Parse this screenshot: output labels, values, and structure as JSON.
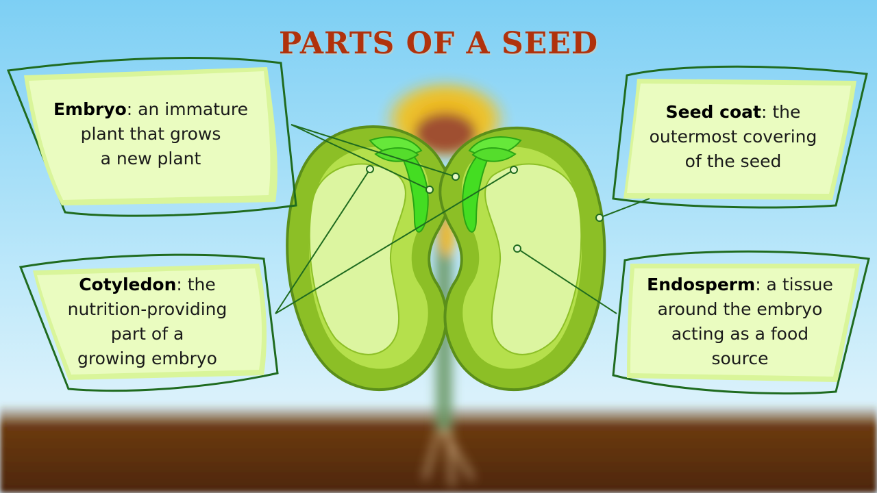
{
  "title": "PARTS OF A SEED",
  "labels": {
    "embryo": {
      "term": "Embryo",
      "desc_1": ": an immature",
      "desc_2": "plant that grows",
      "desc_3": "a new plant"
    },
    "seed_coat": {
      "term": "Seed coat",
      "desc_1": ": the",
      "desc_2": "outermost covering",
      "desc_3": "of the seed"
    },
    "cotyledon": {
      "term": "Cotyledon",
      "desc_1": ": the",
      "desc_2": "nutrition-providing",
      "desc_3": "part of a",
      "desc_4": "growing embryo"
    },
    "endosperm": {
      "term": "Endosperm",
      "desc_1": ": a tissue",
      "desc_2": "around the embryo",
      "desc_3": "acting as a food",
      "desc_4": "source"
    }
  },
  "colors": {
    "title": "#b0320c",
    "callout_fill": "#e6fbb0",
    "callout_border": "#1f6b1f",
    "seed_outer": "#8cbf26",
    "seed_inner": "#dcf5a0",
    "embryo": "#44dd22",
    "sky_top": "#7fd0f5",
    "soil": "#5a2e0c"
  }
}
